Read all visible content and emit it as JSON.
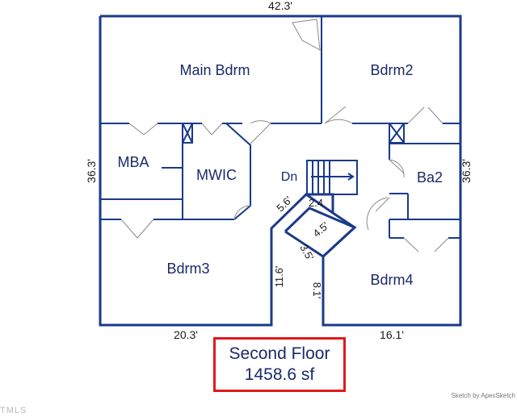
{
  "rooms": {
    "main_bdrm": "Main Bdrm",
    "bdrm2": "Bdrm2",
    "mba": "MBA",
    "mwic": "MWIC",
    "dn": "Dn",
    "ba2": "Ba2",
    "bdrm3": "Bdrm3",
    "bdrm4": "Bdrm4"
  },
  "dimensions": {
    "top": "42.3'",
    "left": "36.3'",
    "right": "36.3'",
    "bottom_left": "20.3'",
    "bottom_right": "16.1'",
    "hall_upper": "5.6'",
    "hall_top": "2.4",
    "hall_diag": "4.5'",
    "hall_short": "3.5'",
    "hall_left": "11.6'",
    "hall_right": "8.1'"
  },
  "summary": {
    "floor": "Second Floor",
    "area": "1458.6 sf"
  },
  "credit": "Sketch by ApexSketch",
  "brand": "TMLS",
  "colors": {
    "walls": "#1a3a8a",
    "label_box": "#e01a1a"
  }
}
